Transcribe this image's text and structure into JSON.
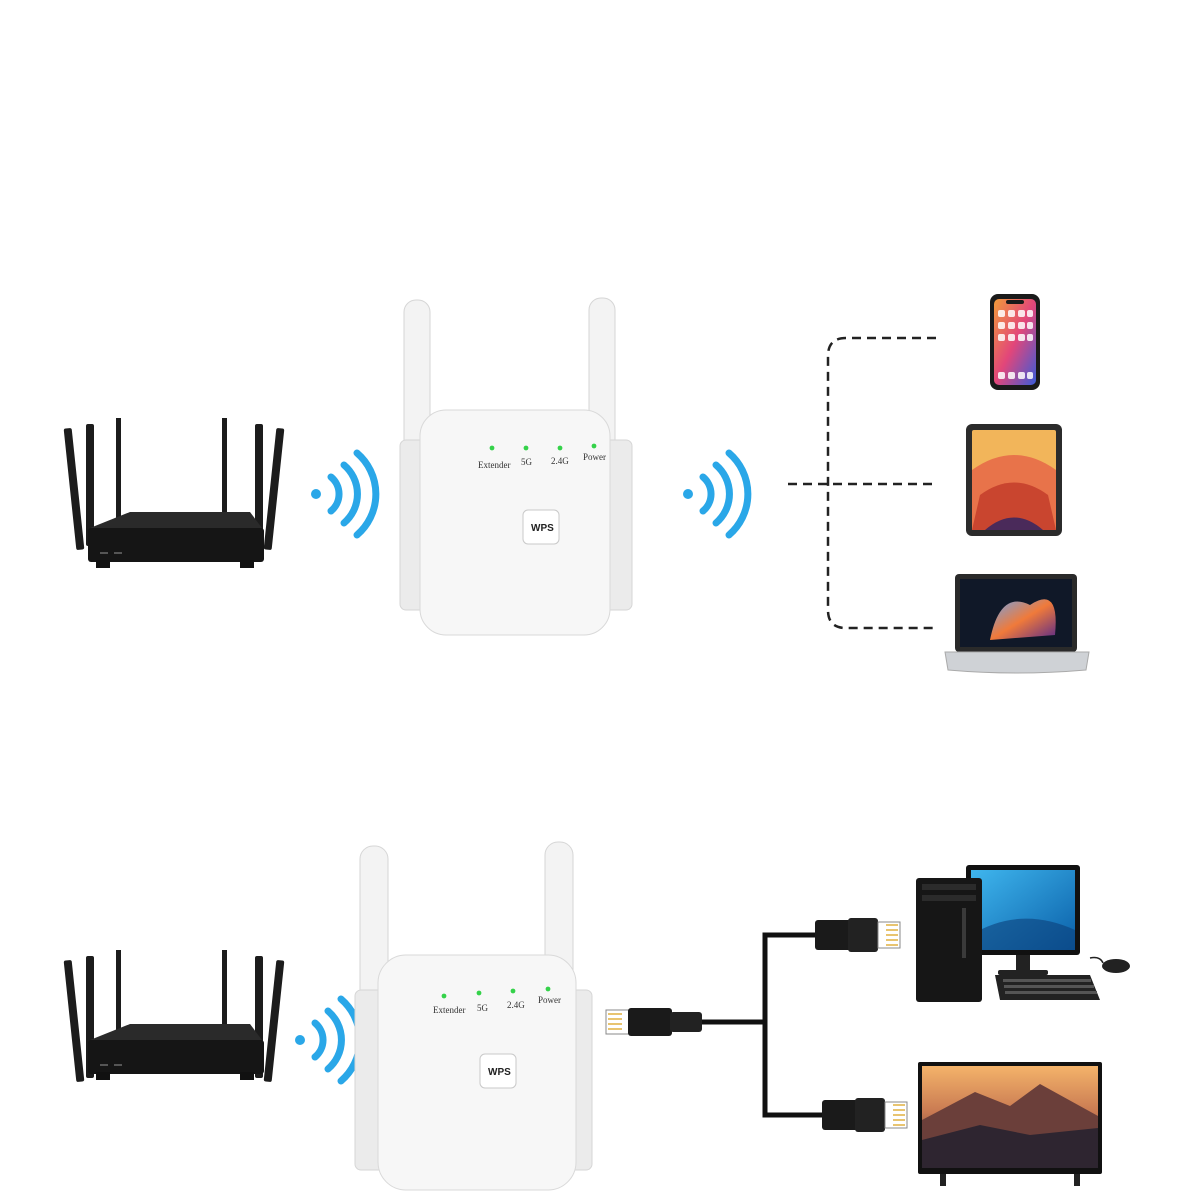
{
  "extender_labels": {
    "extender": "Extender",
    "band_5g": "5G",
    "band_24g": "2.4G",
    "power": "Power",
    "wps": "WPS"
  },
  "colors": {
    "signal_wave": "#2aa7e8",
    "led": "#35d24a",
    "router": "#1c1c1c",
    "extender_body": "#f7f7f7",
    "cable": "#111111"
  },
  "scenes": [
    {
      "name": "wireless",
      "source": "router-icon",
      "targets": [
        "smartphone-icon",
        "tablet-icon",
        "laptop-icon"
      ]
    },
    {
      "name": "wired",
      "source": "router-icon",
      "targets": [
        "desktop-pc-icon",
        "tv-icon"
      ]
    }
  ]
}
